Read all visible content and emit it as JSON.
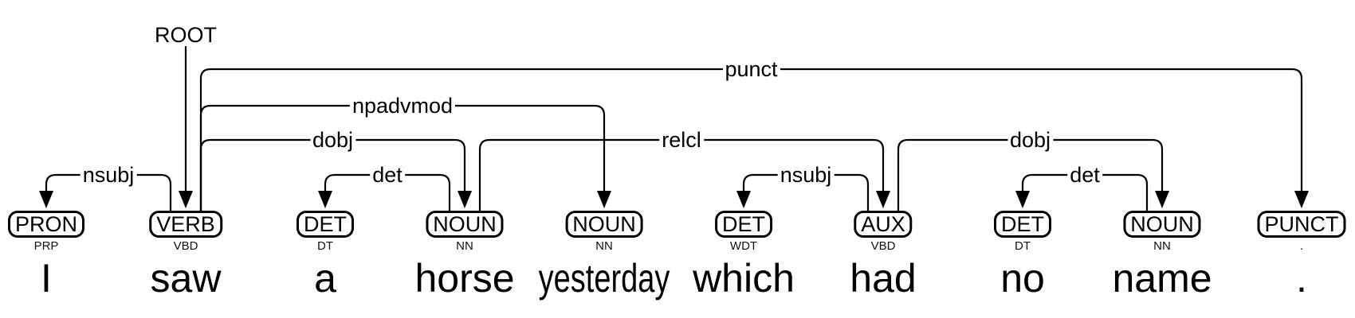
{
  "diagram": {
    "type": "dependency-parse",
    "sentence": "I saw a horse yesterday which had no name .",
    "root_label": "ROOT",
    "root_token_index": 1,
    "colors": {
      "line": "#000000",
      "background": "#ffffff",
      "text": "#000000"
    },
    "tokens": [
      {
        "text": "I",
        "pos": "PRON",
        "tag": "PRP"
      },
      {
        "text": "saw",
        "pos": "VERB",
        "tag": "VBD"
      },
      {
        "text": "a",
        "pos": "DET",
        "tag": "DT"
      },
      {
        "text": "horse",
        "pos": "NOUN",
        "tag": "NN"
      },
      {
        "text": "yesterday",
        "pos": "NOUN",
        "tag": "NN",
        "condensed": true
      },
      {
        "text": "which",
        "pos": "DET",
        "tag": "WDT"
      },
      {
        "text": "had",
        "pos": "AUX",
        "tag": "VBD"
      },
      {
        "text": "no",
        "pos": "DET",
        "tag": "DT"
      },
      {
        "text": "name",
        "pos": "NOUN",
        "tag": "NN"
      },
      {
        "text": ".",
        "pos": "PUNCT",
        "tag": "."
      }
    ],
    "arcs": [
      {
        "label": "nsubj",
        "head": 1,
        "dep": 0,
        "level": 1
      },
      {
        "label": "det",
        "head": 3,
        "dep": 2,
        "level": 1
      },
      {
        "label": "nsubj",
        "head": 6,
        "dep": 5,
        "level": 1
      },
      {
        "label": "det",
        "head": 8,
        "dep": 7,
        "level": 1
      },
      {
        "label": "dobj",
        "head": 1,
        "dep": 3,
        "level": 2
      },
      {
        "label": "relcl",
        "head": 3,
        "dep": 6,
        "level": 2
      },
      {
        "label": "dobj",
        "head": 6,
        "dep": 8,
        "level": 2
      },
      {
        "label": "npadvmod",
        "head": 1,
        "dep": 4,
        "level": 3
      },
      {
        "label": "punct",
        "head": 1,
        "dep": 9,
        "level": 4
      }
    ]
  }
}
